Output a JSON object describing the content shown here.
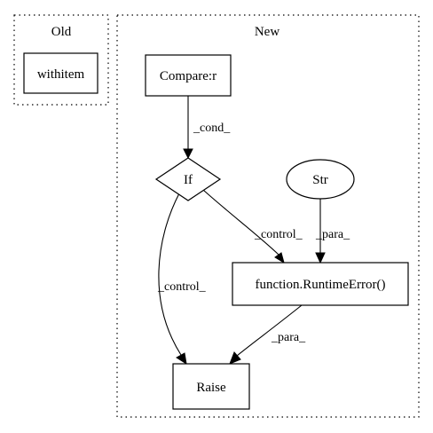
{
  "clusters": {
    "old": {
      "label": "Old"
    },
    "new": {
      "label": "New"
    }
  },
  "nodes": {
    "withitem": {
      "label": "withitem",
      "shape": "box"
    },
    "compare": {
      "label": "Compare:r",
      "shape": "box"
    },
    "if": {
      "label": "If",
      "shape": "diamond"
    },
    "str": {
      "label": "Str",
      "shape": "ellipse"
    },
    "runtime_error": {
      "label": "function.RuntimeError()",
      "shape": "box"
    },
    "raise": {
      "label": "Raise",
      "shape": "box"
    }
  },
  "edges": [
    {
      "from": "compare",
      "to": "if",
      "label": "_cond_"
    },
    {
      "from": "if",
      "to": "runtime_error",
      "label": "_control_"
    },
    {
      "from": "str",
      "to": "runtime_error",
      "label": "_para_"
    },
    {
      "from": "if",
      "to": "raise",
      "label": "_control_"
    },
    {
      "from": "runtime_error",
      "to": "raise",
      "label": "_para_"
    }
  ]
}
